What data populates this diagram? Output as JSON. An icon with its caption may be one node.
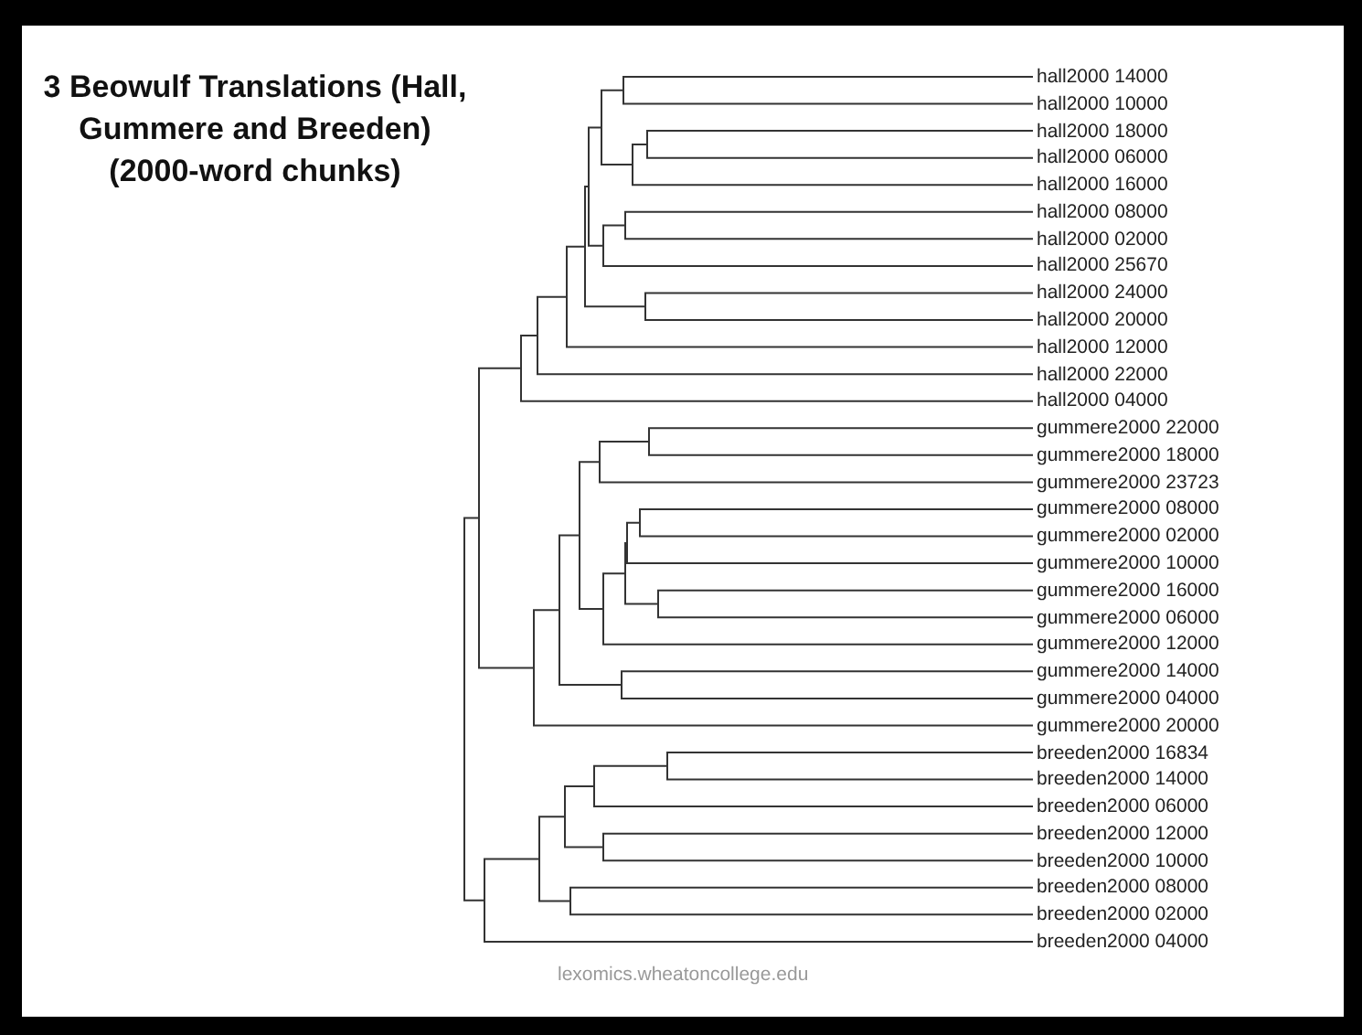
{
  "diagram": {
    "title": "3 Beowulf Translations (Hall, Gummere and Breeden) (2000-word chunks)",
    "labels": [
      "hall2000 14000",
      "hall2000 10000",
      "hall2000 18000",
      "hall2000 06000",
      "hall2000 16000",
      "hall2000 08000",
      "hall2000 02000",
      "hall2000 25670",
      "hall2000 24000",
      "hall2000 20000",
      "hall2000 12000",
      "hall2000 22000",
      "hall2000 04000",
      "gummere2000 22000",
      "gummere2000 18000",
      "gummere2000 23723",
      "gummere2000 08000",
      "gummere2000 02000",
      "gummere2000 10000",
      "gummere2000 16000",
      "gummere2000 06000",
      "gummere2000 12000",
      "gummere2000 14000",
      "gummere2000 04000",
      "gummere2000 20000",
      "breeden2000 16834",
      "breeden2000 14000",
      "breeden2000 06000",
      "breeden2000 12000",
      "breeden2000 10000",
      "breeden2000 08000",
      "breeden2000 02000",
      "breeden2000 04000",
      "lexomics.wheatoncollege.edu"
    ]
  }
}
